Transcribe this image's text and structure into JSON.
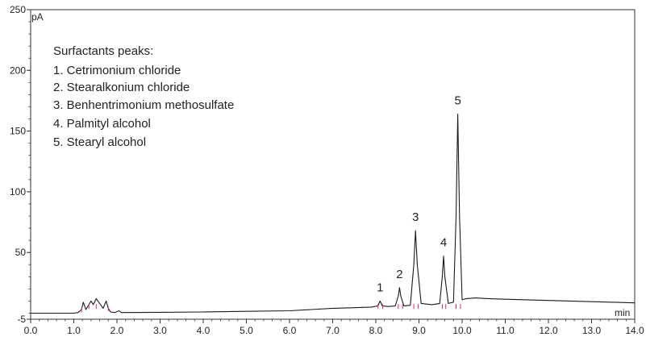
{
  "chart_data": {
    "type": "line",
    "title": "",
    "xlabel": "min",
    "ylabel": "pA",
    "xlim": [
      0,
      14
    ],
    "ylim": [
      -5,
      250
    ],
    "x_ticks": [
      "0.0",
      "1.0",
      "2.0",
      "3.0",
      "4.0",
      "5.0",
      "6.0",
      "7.0",
      "8.0",
      "9.0",
      "10.0",
      "11.0",
      "12.0",
      "13.0",
      "14.0"
    ],
    "y_ticks": [
      "-5",
      "50",
      "100",
      "150",
      "200",
      "250"
    ],
    "legend": {
      "title": "Surfactants peaks:",
      "items": [
        "1. Cetrimonium  chloride",
        "2. Stearalkonium  chloride",
        "3. Benhentrimonium  methosulfate",
        "4. Palmityl alcohol",
        "5. Stearyl alcohol"
      ]
    },
    "peaks": [
      {
        "label": "1",
        "x": 8.1,
        "y": 10
      },
      {
        "label": "2",
        "x": 8.55,
        "y": 21
      },
      {
        "label": "3",
        "x": 8.92,
        "y": 68
      },
      {
        "label": "4",
        "x": 9.57,
        "y": 47
      },
      {
        "label": "5",
        "x": 9.9,
        "y": 164
      }
    ],
    "series": [
      {
        "x": [
          0.0,
          1.0,
          1.1,
          1.18,
          1.22,
          1.28,
          1.35,
          1.4,
          1.45,
          1.52,
          1.6,
          1.68,
          1.75,
          1.8,
          1.85,
          1.95,
          2.05,
          2.1,
          2.2,
          3.0,
          4.0,
          5.0,
          6.0,
          6.5,
          7.0,
          7.5,
          7.9,
          8.05,
          8.1,
          8.15,
          8.3,
          8.45,
          8.52,
          8.55,
          8.58,
          8.65,
          8.8,
          8.88,
          8.92,
          8.96,
          9.05,
          9.3,
          9.48,
          9.54,
          9.57,
          9.6,
          9.68,
          9.8,
          9.86,
          9.9,
          9.94,
          10.0,
          10.1,
          10.3,
          10.6,
          11.0,
          11.5,
          12.0,
          12.5,
          13.0,
          13.5,
          14.0
        ],
        "y": [
          0,
          0,
          0.5,
          3,
          9,
          3,
          7,
          10,
          7,
          12,
          8,
          4,
          10,
          4,
          1,
          0.5,
          2,
          0.5,
          0.5,
          0.7,
          1,
          1.5,
          2,
          3,
          4,
          4.5,
          5,
          6,
          10,
          6,
          5.5,
          6,
          14,
          21,
          14,
          6,
          6.5,
          40,
          68,
          40,
          8,
          7,
          8,
          30,
          47,
          30,
          8,
          9,
          80,
          164,
          80,
          11,
          12,
          12.5,
          12,
          11.5,
          11,
          10.5,
          10,
          9.5,
          9,
          8.5
        ]
      }
    ],
    "colors": {
      "trace": "#1a1a1a",
      "baseline_markers": "#e0305a",
      "axis": "#333333"
    },
    "grid": false
  }
}
